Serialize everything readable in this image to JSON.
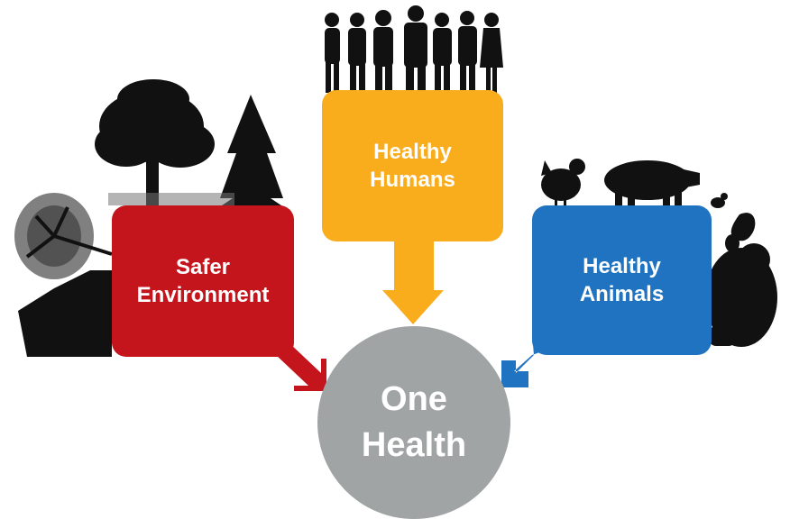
{
  "diagram": {
    "center": {
      "label": "One\nHealth",
      "color": "#a1a4a5"
    },
    "nodes": [
      {
        "id": "environment",
        "label": "Safer\nEnvironment",
        "color": "#c4151c",
        "silhouette": "trees-icon"
      },
      {
        "id": "humans",
        "label": "Healthy\nHumans",
        "color": "#f9ac1c",
        "silhouette": "people-icon"
      },
      {
        "id": "animals",
        "label": "Healthy\nAnimals",
        "color": "#1f73c0",
        "silhouette": "animals-icon"
      }
    ]
  }
}
